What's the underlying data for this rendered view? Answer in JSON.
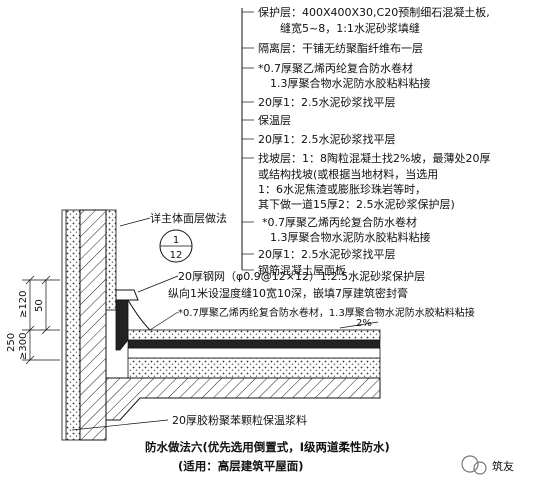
{
  "callouts": [
    {
      "text": "保护层：400X400X30,C20预制细石混凝土板,"
    },
    {
      "text": "缝宽5~8，1:1水泥砂浆填缝"
    },
    {
      "text": "隔离层：干铺无纺聚酯纤维布一层"
    },
    {
      "text": "*0.7厚聚乙烯丙纶复合防水卷材"
    },
    {
      "text": "1.3厚聚合物水泥防水胶粘料粘接"
    },
    {
      "text": "20厚1：2.5水泥砂浆找平层"
    },
    {
      "text": "保温层"
    },
    {
      "text": "20厚1：2.5水泥砂浆找平层"
    },
    {
      "text": "找坡层：1：8陶粒混凝土找2%坡，最薄处20厚"
    },
    {
      "text": "或结构找坡(或根据当地材料，当选用"
    },
    {
      "text": "1：6水泥焦渣或膨胀珍珠岩等时，"
    },
    {
      "text": "其下做一道15厚2：2.5水泥砂浆保护层)"
    },
    {
      "text": "*0.7厚聚乙烯丙纶复合防水卷材"
    },
    {
      "text": "1.3厚聚合物水泥防水胶粘料粘接"
    },
    {
      "text": "20厚1：2.5水泥砂浆找平层"
    },
    {
      "text": "钢筋混凝土屋面板"
    }
  ],
  "wall_label": "详主体面层做法",
  "detail_ref": {
    "top": "1",
    "bottom": "12"
  },
  "mesh_note_1": "20厚钢网（φ0.9@12×12）1:2.5水泥砂浆保护层",
  "mesh_note_2": "纵向1米设湿度缝10宽10深，嵌填7厚建筑密封膏",
  "membrane_note": "*0.7厚聚乙烯丙纶复合防水卷材，1.3厚聚合物水泥防水胶粘料粘接",
  "slope_label": "2%",
  "insulation_note": "20厚胶粉聚苯颗粒保温浆料",
  "dims": {
    "d1": "≥120",
    "d2": "50",
    "d3": "250",
    "d4": "≥300"
  },
  "caption_1": "防水做法六(优先选用倒置式，Ⅰ级两道柔性防水)",
  "caption_2": "(适用：高层建筑平屋面)",
  "watermark": "筑友"
}
